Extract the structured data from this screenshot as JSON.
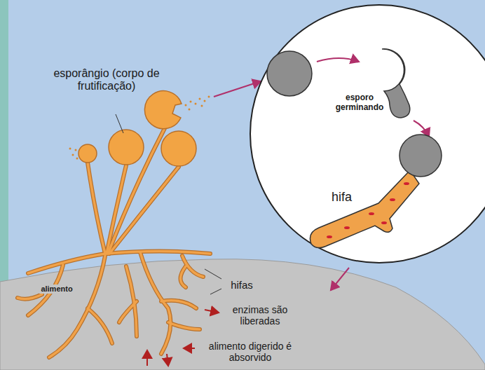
{
  "diagram": {
    "nodes": [
      {
        "text": [
          "esporo germinando",
          "hifa"
        ]
      }
    ],
    "labels": [
      "esporângio (corpo de frutificação)",
      "alimento",
      "hifas",
      "enzimas são liberadas",
      "alimento digerido é absorvido"
    ]
  }
}
